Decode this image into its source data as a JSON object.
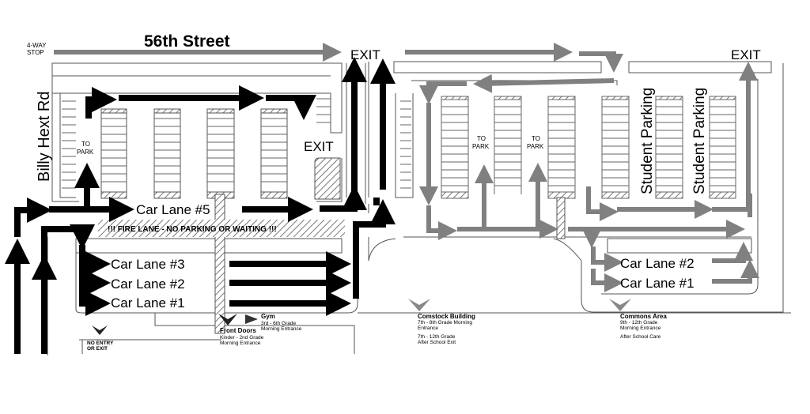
{
  "map": {
    "four_way_stop": "4-WAY",
    "four_way_stop_2": "STOP",
    "street": "56th Street",
    "road": "Billy Hext Rd",
    "exit_center": "EXIT",
    "exit_right": "EXIT",
    "exit_left_lot": "EXIT",
    "to_park_1a": "TO",
    "to_park_1b": "PARK",
    "to_park_2a": "TO",
    "to_park_2b": "PARK",
    "to_park_3a": "TO",
    "to_park_3b": "PARK",
    "student_parking_1": "Student Parking",
    "student_parking_2": "Student Parking",
    "car_lane_5": "Car Lane #5",
    "fire_lane": "!!! FIRE LANE - NO PARKING OR WAITING !!!",
    "car_lane_3": "Car Lane #3",
    "car_lane_2": "Car Lane #2",
    "car_lane_1": "Car Lane #1",
    "car_lane_2r": "Car Lane #2",
    "car_lane_1r": "Car Lane #1",
    "no_entry_1": "NO ENTRY",
    "no_entry_2": "OR EXIT",
    "gym_title": "Gym",
    "gym_l1": "3rd - 6th Grade",
    "gym_l2": "Morning Entrance",
    "front_title": "Front  Doors",
    "front_l1": "Kinder - 2nd Grade",
    "front_l2": "Morning Entrance",
    "comstock_title": "Comstock Building",
    "comstock_l1": "7th - 8th Grade Morning",
    "comstock_l2": "Entrance",
    "comstock_l3": "7th - 12th Grade",
    "comstock_l4": "After School Exit",
    "commons_title": "Commons Area",
    "commons_l1": "9th - 12th Grade",
    "commons_l2": "Morning Entrance",
    "commons_l3": "After School Care"
  },
  "colors": {
    "primary_route": "#000000",
    "secondary_route": "#808080",
    "outline": "#555555"
  }
}
